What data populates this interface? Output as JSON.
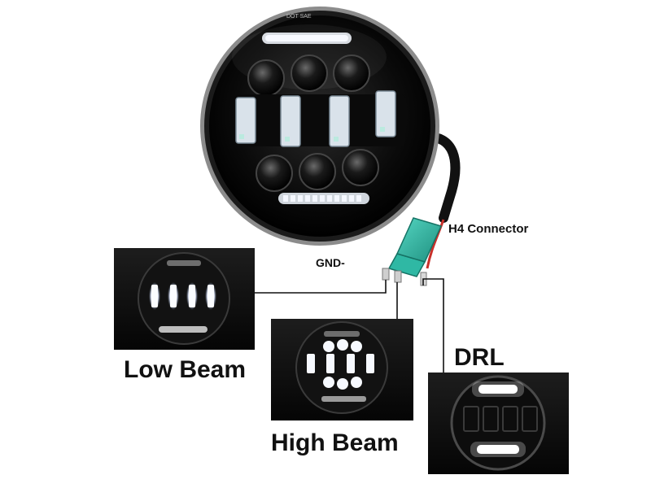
{
  "labels": {
    "connector": "H4 Connector",
    "ground": "GND-",
    "low_beam": "Low Beam",
    "high_beam": "High Beam",
    "drl": "DRL"
  },
  "headlight": {
    "marking": "DOT SAE"
  },
  "colors": {
    "background": "#ffffff",
    "housing": "#0d0d0d",
    "chrome_ring": "#9a9a9a",
    "led_white": "#f2f6ff",
    "connector_teal": "#2fb8a4",
    "wire_red": "#c8302a",
    "wire_black": "#111111"
  }
}
